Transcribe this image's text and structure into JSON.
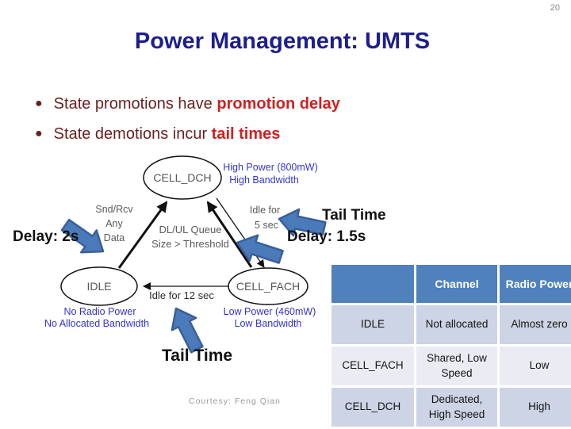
{
  "page": {
    "number": "20",
    "title": "Power Management: UMTS",
    "courtesy": "Courtesy: Feng Qian"
  },
  "bullets": [
    {
      "prefix": "State promotions have ",
      "emphasis": "promotion delay"
    },
    {
      "prefix": "State demotions incur ",
      "emphasis": "tail times"
    }
  ],
  "diagram": {
    "states": {
      "cell_dch": {
        "label": "CELL_DCH",
        "annotation": [
          "High Power (800mW)",
          "High Bandwidth"
        ]
      },
      "idle": {
        "label": "IDLE",
        "annotation": [
          "No Radio Power",
          "No Allocated Bandwidth"
        ]
      },
      "cell_fach": {
        "label": "CELL_FACH",
        "annotation": [
          "Low Power (460mW)",
          "Low Bandwidth"
        ]
      }
    },
    "edges": {
      "idle_to_dch": [
        "Snd/Rcv",
        "Any",
        "Data"
      ],
      "fach_to_dch": [
        "DL/UL Queue",
        "Size > Threshold"
      ],
      "dch_to_fach": [
        "Idle for",
        "5 sec"
      ],
      "fach_to_idle": [
        "Idle for 12 sec"
      ]
    },
    "callouts": {
      "promotion_delay_idle": "Delay: 2s",
      "tail_time_right": "Tail Time",
      "tail_delay": "Delay: 1.5s",
      "tail_time_bottom": "Tail Time"
    }
  },
  "table": {
    "headers": [
      "",
      "Channel",
      "Radio Power"
    ],
    "rows": [
      [
        "IDLE",
        "Not allocated",
        "Almost zero"
      ],
      [
        "CELL_FACH",
        "Shared, Low Speed",
        "Low"
      ],
      [
        "CELL_DCH",
        "Dedicated, High Speed",
        "High"
      ]
    ]
  },
  "colors": {
    "title": "#1e1e8e",
    "bullet_text": "#6a1f1f",
    "bullet_emphasis": "#d02020",
    "diagram_annotation_blue": "#3434cc",
    "diagram_label_gray": "#595959",
    "block_arrow_fill": "#4a7aba",
    "block_arrow_stroke": "#3a5f99",
    "table_header_bg": "#4f81bd",
    "table_band_dark": "#ccd4e5",
    "table_band_light": "#e9ecf3"
  }
}
